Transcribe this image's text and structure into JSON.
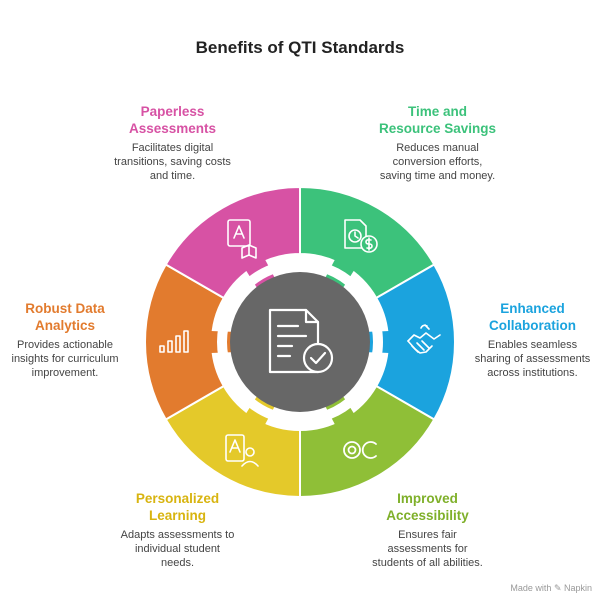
{
  "title": "Benefits of QTI Standards",
  "colors": {
    "paperless": "#d752a4",
    "time": "#3cc27b",
    "collaboration": "#1ba3de",
    "accessibility": "#8fbf37",
    "personalized": "#e4c92a",
    "analytics": "#e27b2e",
    "center": "#676767"
  },
  "segments": {
    "paperless": {
      "title": "Paperless\nAssessments",
      "desc": "Facilitates digital\ntransitions, saving costs\nand time.",
      "icon": "document-book-icon"
    },
    "time": {
      "title": "Time and\nResource Savings",
      "desc": "Reduces manual\nconversion efforts,\nsaving time and money.",
      "icon": "clock-money-icon"
    },
    "collaboration": {
      "title": "Enhanced\nCollaboration",
      "desc": "Enables seamless\nsharing of assessments\nacross institutions.",
      "icon": "handshake-icon"
    },
    "accessibility": {
      "title": "Improved\nAccessibility",
      "desc": "Ensures fair\nassessments for\nstudents of all abilities.",
      "icon": "closed-captions-icon"
    },
    "personalized": {
      "title": "Personalized\nLearning",
      "desc": "Adapts assessments to\nindividual student\nneeds.",
      "icon": "document-person-icon"
    },
    "analytics": {
      "title": "Robust Data\nAnalytics",
      "desc": "Provides actionable\ninsights for curriculum\nimprovement.",
      "icon": "bar-chart-icon"
    }
  },
  "center_icon": "document-check-icon",
  "footer": "Made with ✎ Napkin"
}
